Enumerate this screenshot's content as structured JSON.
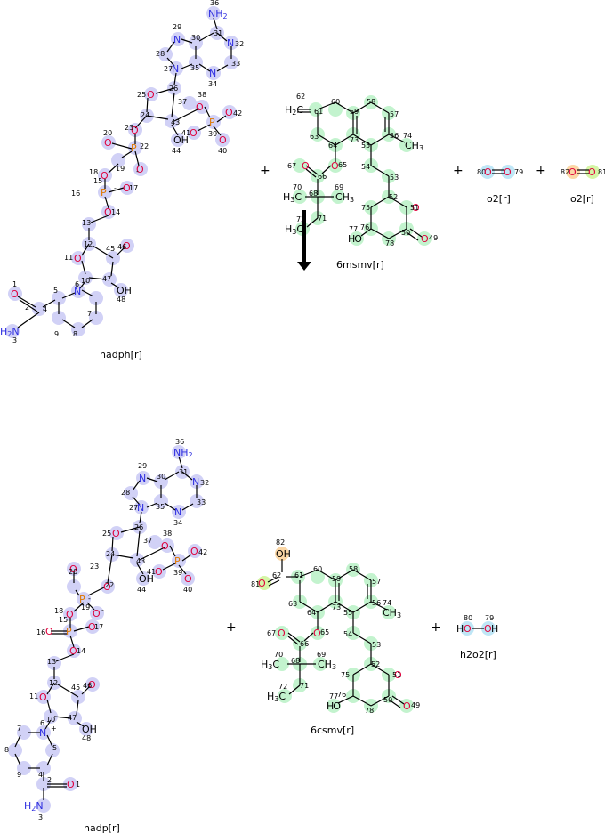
{
  "reaction": {
    "plus_sign": "+",
    "reactants": [
      {
        "id": "nadph",
        "caption": "nadph[r]"
      },
      {
        "id": "6msmv",
        "caption": "6msmv[r]"
      },
      {
        "id": "o2_a",
        "caption": "o2[r]"
      },
      {
        "id": "o2_b",
        "caption": "o2[r]"
      }
    ],
    "products": [
      {
        "id": "nadp",
        "caption": "nadp[r]"
      },
      {
        "id": "6csmv",
        "caption": "6csmv[r]"
      },
      {
        "id": "h2o2",
        "caption": "h2o2[r]"
      }
    ]
  },
  "o2_a_atoms": {
    "left": "80",
    "right": "79",
    "sym": "O"
  },
  "o2_b_atoms": {
    "left": "82",
    "right": "81",
    "sym": "O"
  },
  "h2o2_atoms": {
    "left": "80",
    "right": "79",
    "sym": "O"
  }
}
